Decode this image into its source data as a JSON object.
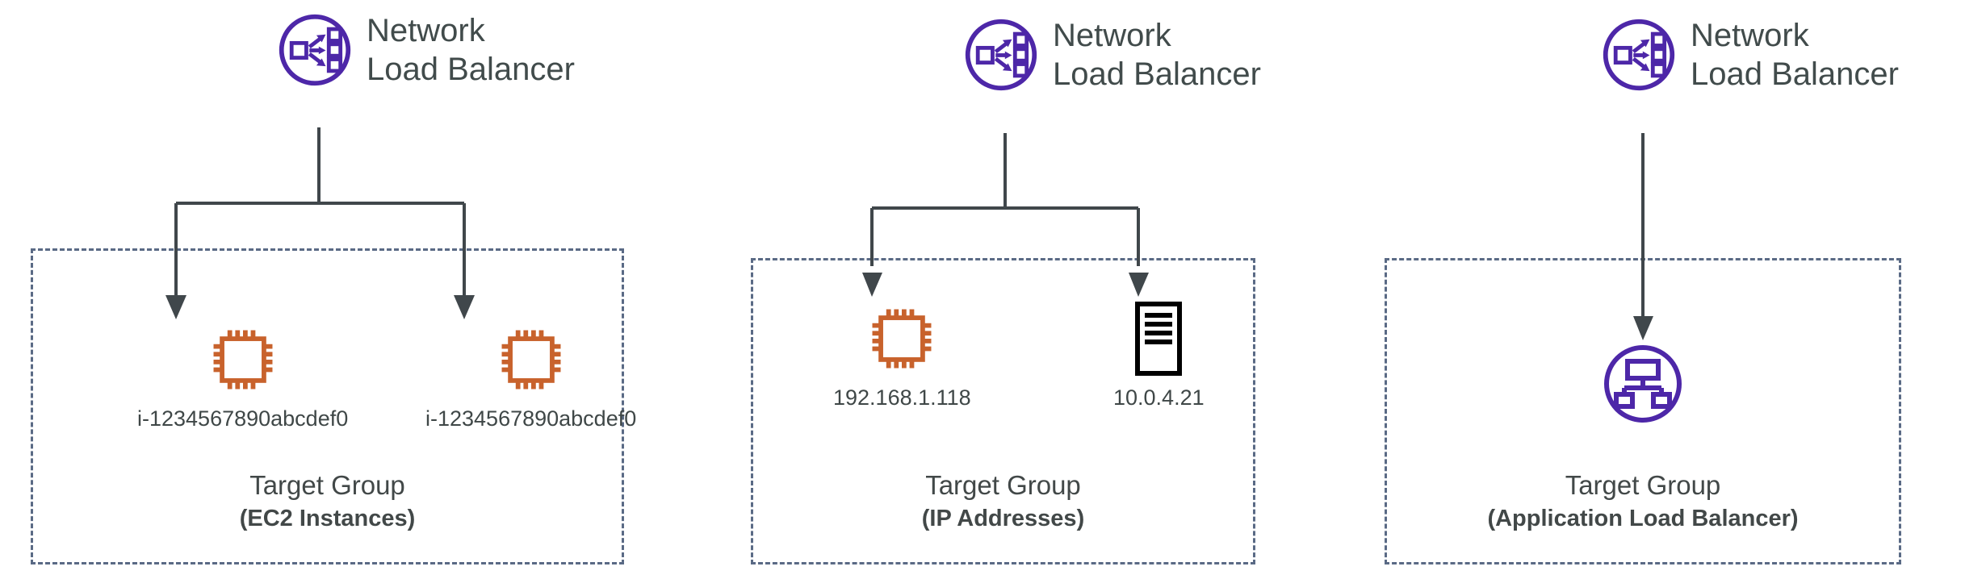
{
  "diagram": {
    "title": "Network Load Balancer target group types",
    "colors": {
      "aws_purple": "#4D27A8",
      "ec2_orange": "#C8622C",
      "connector_gray": "#40474B",
      "dashed_border": "#5A6A85",
      "text_gray": "#414B4B",
      "server_black": "#000000"
    },
    "panels": [
      {
        "id": "panel-ec2-instances",
        "load_balancer": {
          "icon": "network-load-balancer-icon",
          "label_line1": "Network",
          "label_line2": "Load Balancer"
        },
        "target_group": {
          "title": "Target Group",
          "subtitle": "(EC2 Instances)"
        },
        "targets": [
          {
            "icon": "ec2-instance-icon",
            "label": "i-1234567890abcdef0"
          },
          {
            "icon": "ec2-instance-icon",
            "label": "i-1234567890abcdef0"
          }
        ]
      },
      {
        "id": "panel-ip-addresses",
        "load_balancer": {
          "icon": "network-load-balancer-icon",
          "label_line1": "Network",
          "label_line2": "Load Balancer"
        },
        "target_group": {
          "title": "Target Group",
          "subtitle": "(IP Addresses)"
        },
        "targets": [
          {
            "icon": "ec2-instance-icon",
            "label": "192.168.1.118"
          },
          {
            "icon": "server-icon",
            "label": "10.0.4.21"
          }
        ]
      },
      {
        "id": "panel-application-load-balancer",
        "load_balancer": {
          "icon": "network-load-balancer-icon",
          "label_line1": "Network",
          "label_line2": "Load Balancer"
        },
        "target_group": {
          "title": "Target Group",
          "subtitle": "(Application Load Balancer)"
        },
        "targets": [
          {
            "icon": "application-load-balancer-icon",
            "label": ""
          }
        ]
      }
    ]
  }
}
